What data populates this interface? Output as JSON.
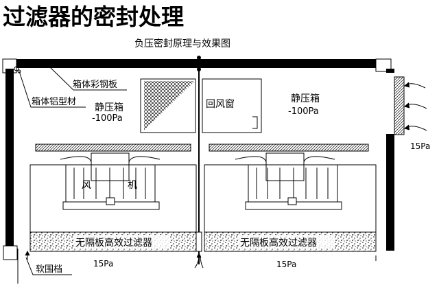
{
  "title": "过滤器的密封处理",
  "subtitle": "负压密封原理与效果图",
  "labels": {
    "steel_panel": "箱体彩钢板",
    "aluminum_profile": "箱体铝型材",
    "plenum_left": "静压箱",
    "plenum_left_pressure": "-100Pa",
    "plenum_right": "静压箱",
    "plenum_right_pressure": "-100Pa",
    "return_window": "回风窗",
    "fan_char1": "风",
    "fan_char2": "机",
    "filter_left": "无隔板高效过滤器",
    "filter_right": "无隔板高效过滤器",
    "soft_skirt": "软围档",
    "pressure_bottom_left": "15Pa",
    "pressure_bottom_right": "15Pa",
    "pressure_right": "15Pa"
  }
}
